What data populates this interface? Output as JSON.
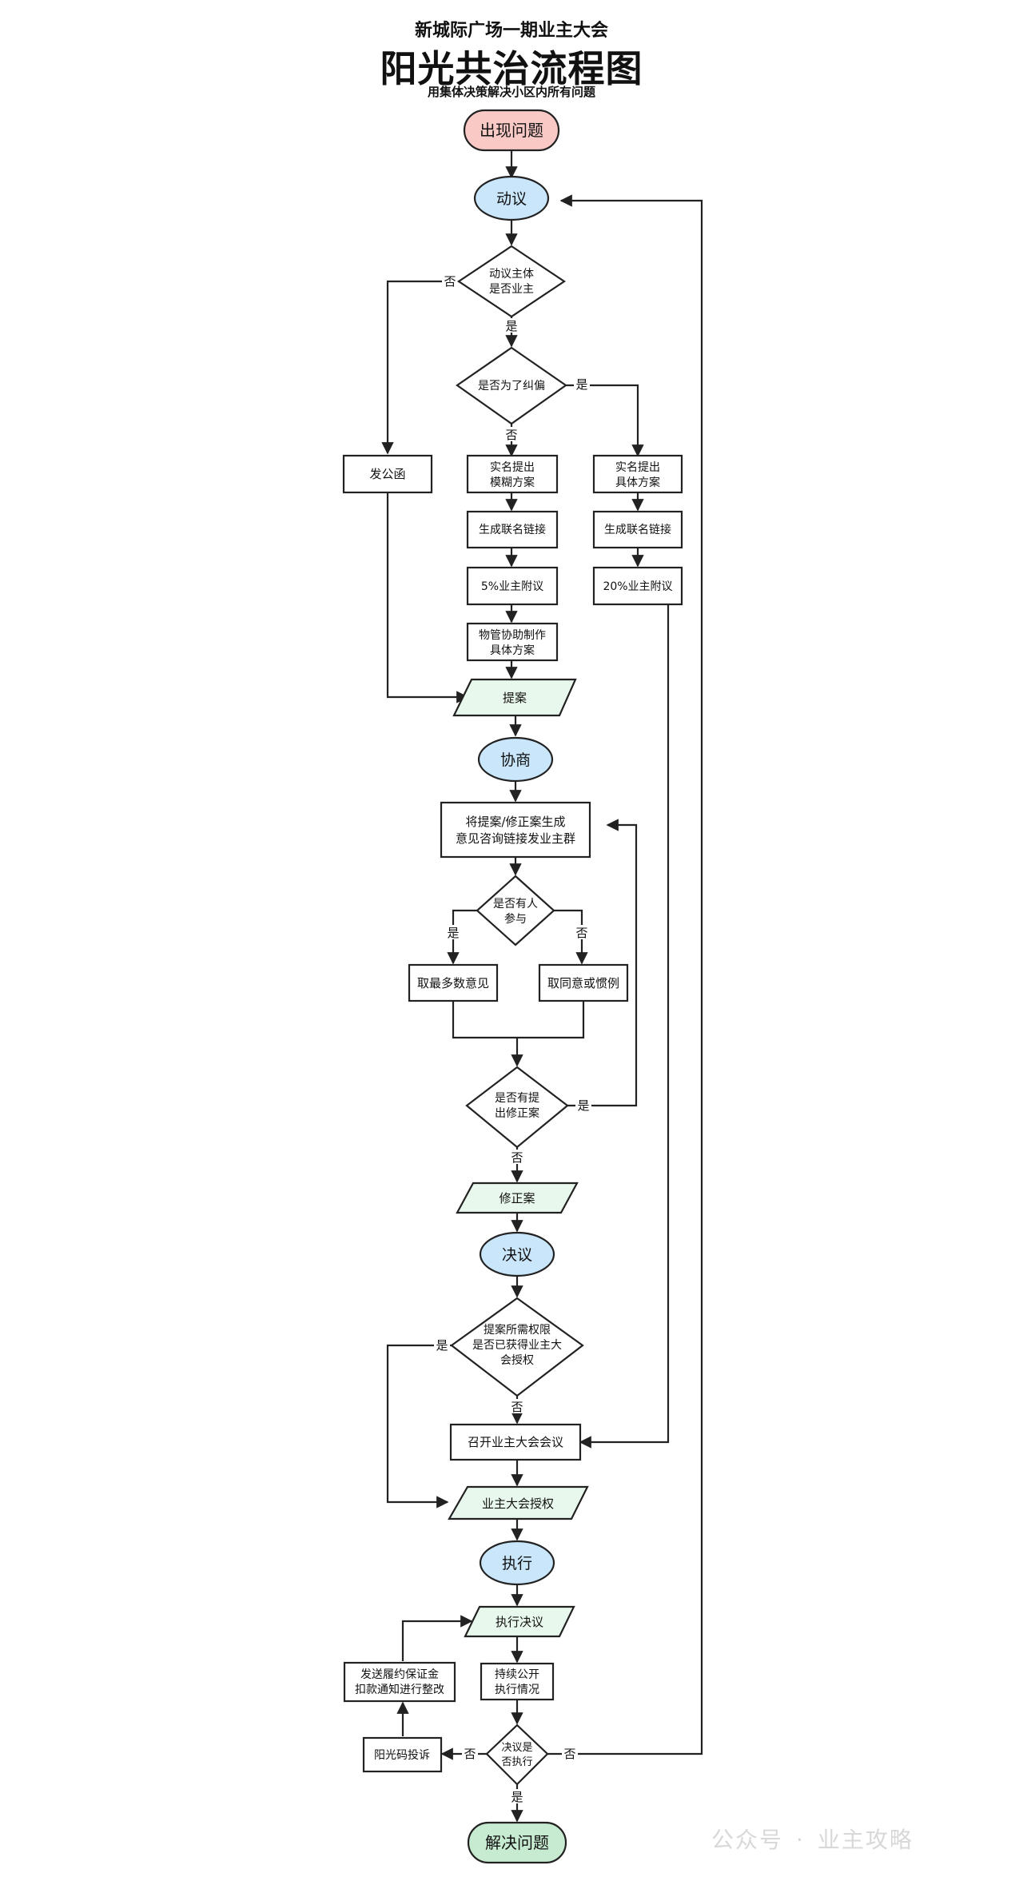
{
  "header": {
    "org": "新城际广场一期业主大会",
    "title": "阳光共治流程图",
    "subtitle": "用集体决策解决小区内所有问题"
  },
  "nodes": {
    "start": "出现问题",
    "motion": "动议",
    "is_owner": [
      "动议主体",
      "是否业主"
    ],
    "is_correction": [
      "是否为了纠偏"
    ],
    "send_letter": "发公函",
    "vague_plan": [
      "实名提出",
      "模糊方案"
    ],
    "concrete_plan": [
      "实名提出",
      "具体方案"
    ],
    "link_left": "生成联名链接",
    "link_right": "生成联名链接",
    "five_pct": "5%业主附议",
    "twenty_pct": "20%业主附议",
    "pm_assist": [
      "物管协助制作",
      "具体方案"
    ],
    "proposal": "提案",
    "consult": "协商",
    "consult_link": [
      "将提案/修正案生成",
      "意见咨询链接发业主群"
    ],
    "anyone": [
      "是否有人",
      "参与"
    ],
    "majority": "取最多数意见",
    "consent": "取同意或惯例",
    "amend_q": [
      "是否有提",
      "出修正案"
    ],
    "amendment": "修正案",
    "resolution": "决议",
    "auth_q": [
      "提案所需权限",
      "是否已获得业主大",
      "会授权"
    ],
    "meeting": "召开业主大会会议",
    "owner_auth": "业主大会授权",
    "execute": "执行",
    "exec_resolution": "执行决议",
    "disclose": [
      "持续公开",
      "执行情况"
    ],
    "exec_q": [
      "决议是",
      "否执行"
    ],
    "deposit": [
      "发送履约保证金",
      "扣款通知进行整改"
    ],
    "complaint": "阳光码投诉",
    "end": "解决问题"
  },
  "edge_labels": {
    "owner_no": "否",
    "owner_yes": "是",
    "correction_yes": "是",
    "correction_no": "否",
    "anyone_yes": "是",
    "anyone_no": "否",
    "amend_yes": "是",
    "amend_no": "否",
    "auth_yes": "是",
    "auth_no": "否",
    "exec_no_left": "否",
    "exec_no_right": "否",
    "exec_yes": "是"
  },
  "watermark": [
    "公众号",
    "·",
    "业主攻略"
  ],
  "colors": {
    "start_fill": "#f9c9c6",
    "phase_fill": "#c9e6fb",
    "data_fill": "#e9f8ec",
    "end_fill": "#c6ebd0",
    "stroke": "#222222",
    "watermark": "#d8d8d8"
  }
}
